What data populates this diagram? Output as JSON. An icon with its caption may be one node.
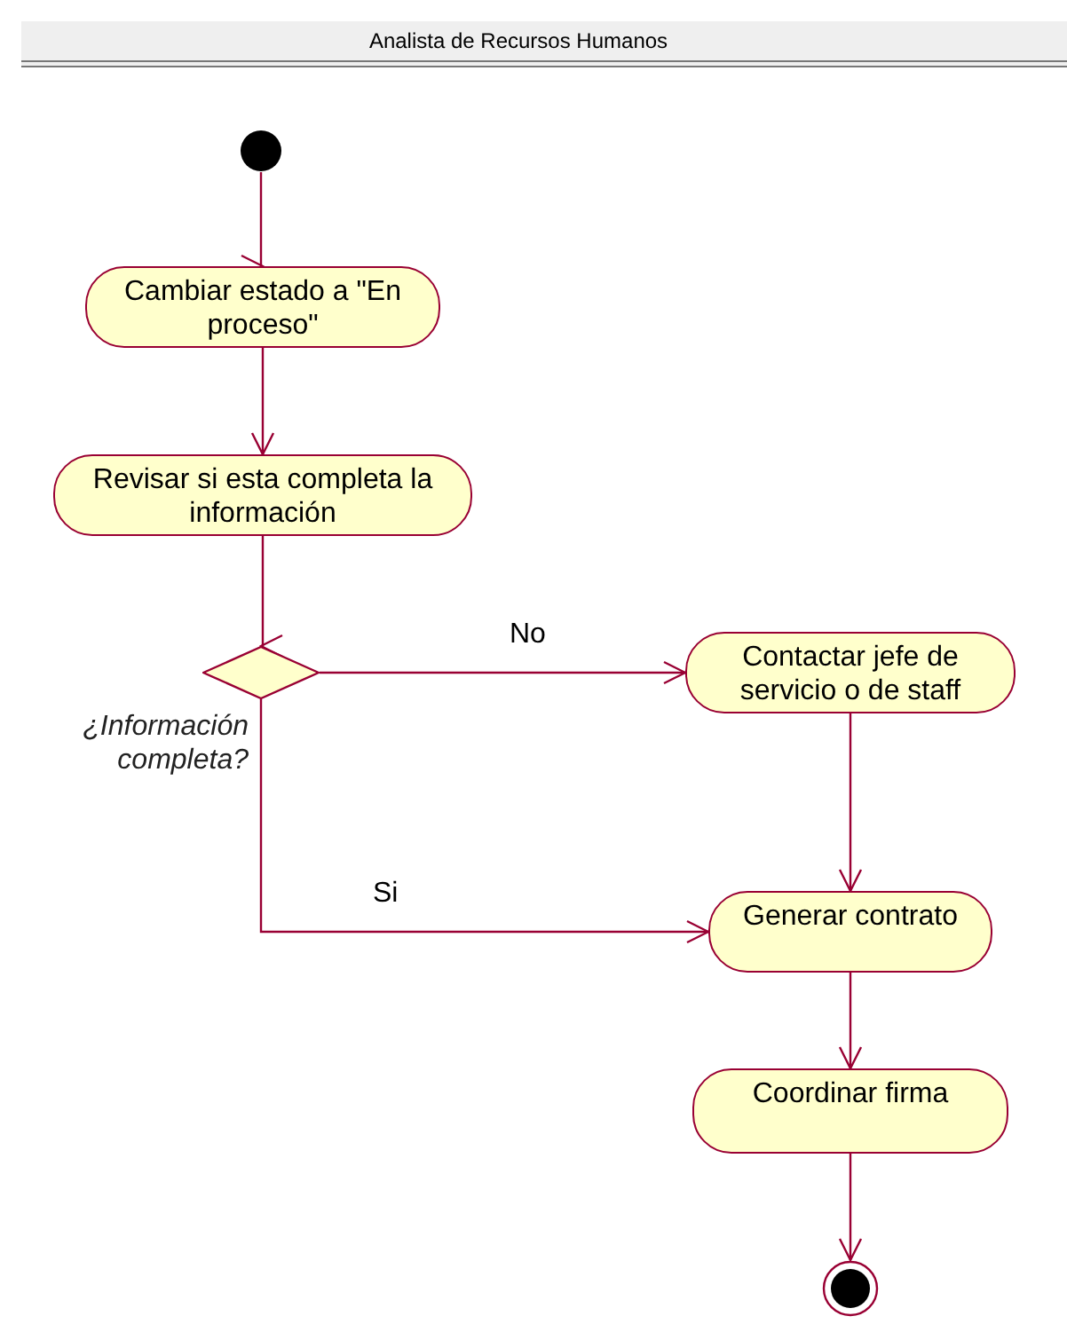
{
  "diagram": {
    "title": "Analista de Recursos Humanos",
    "nodes": [
      {
        "text": [],
        "shape": "circle"
      },
      {
        "text": [
          "Cambiar estado a \"En proceso\""
        ]
      },
      {
        "text": [
          "Revisar si esta completa la información"
        ]
      },
      {
        "text": [],
        "shape": "diamond",
        "beside": [
          "¿Información completa?"
        ]
      },
      {
        "text": [
          "Contactar jefe de servicio o de staff"
        ]
      },
      {
        "text": [
          "Generar contrato"
        ]
      },
      {
        "text": [
          "Coordinar firma"
        ]
      },
      {
        "text": [],
        "shape": "circle"
      }
    ],
    "edges": [
      {
        "from": 0,
        "to": 1,
        "arrow": "to"
      },
      {
        "from": 1,
        "to": 2,
        "arrow": "to"
      },
      {
        "from": 2,
        "to": 3,
        "arrow": "to"
      },
      {
        "from": 3,
        "to": 4,
        "arrow": "to",
        "label": "No"
      },
      {
        "from": 3,
        "to": 5,
        "arrow": "to",
        "label": "Si"
      },
      {
        "from": 4,
        "to": 5,
        "arrow": "to"
      },
      {
        "from": 5,
        "to": 6,
        "arrow": "to"
      },
      {
        "from": 6,
        "to": 7,
        "arrow": "to"
      }
    ]
  }
}
